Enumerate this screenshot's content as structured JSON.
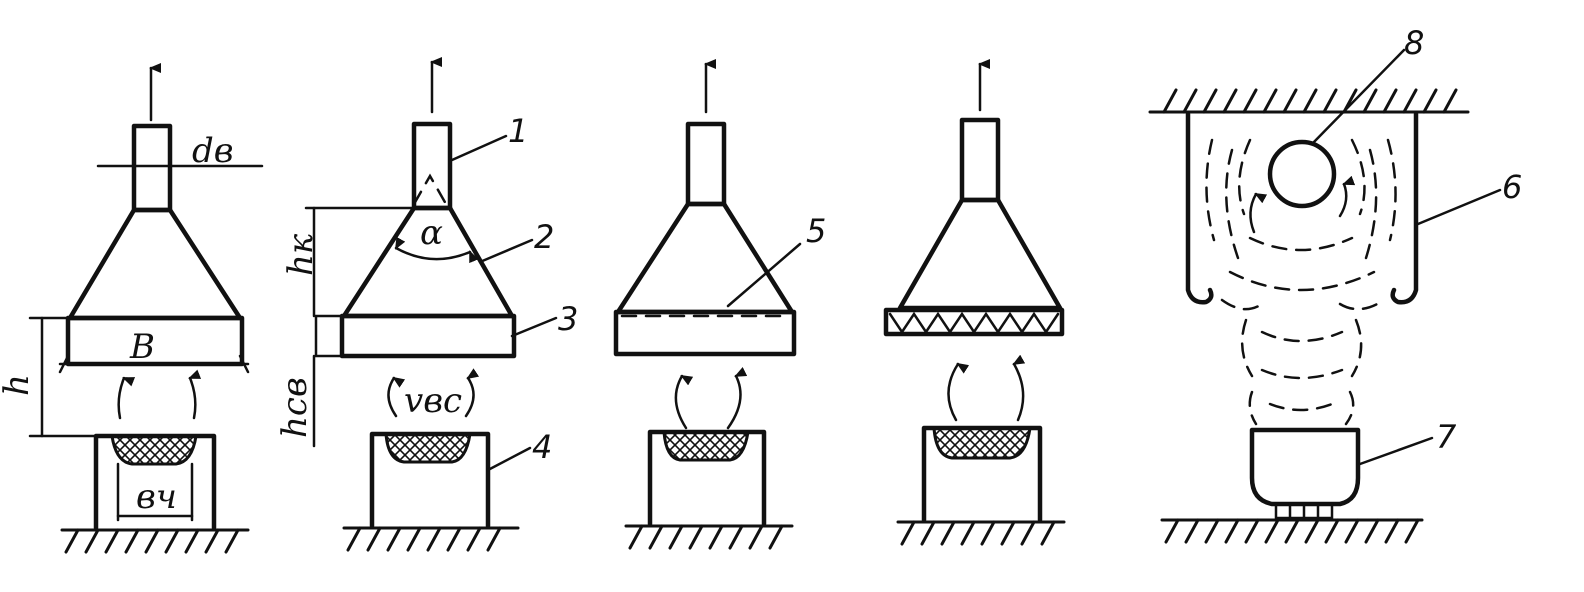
{
  "colors": {
    "ink": "#111111",
    "background": "#ffffff"
  },
  "labels": {
    "d_duct": "dв",
    "width_b": "B",
    "height_h": "h",
    "height_hood": "hк",
    "height_gap": "hсв",
    "angle": "α",
    "velocity": "vвс",
    "source_width": "вч"
  },
  "callouts": {
    "c1": "1",
    "c2": "2",
    "c3": "3",
    "c4": "4",
    "c5": "5",
    "c6": "6",
    "c7": "7",
    "c8": "8"
  }
}
